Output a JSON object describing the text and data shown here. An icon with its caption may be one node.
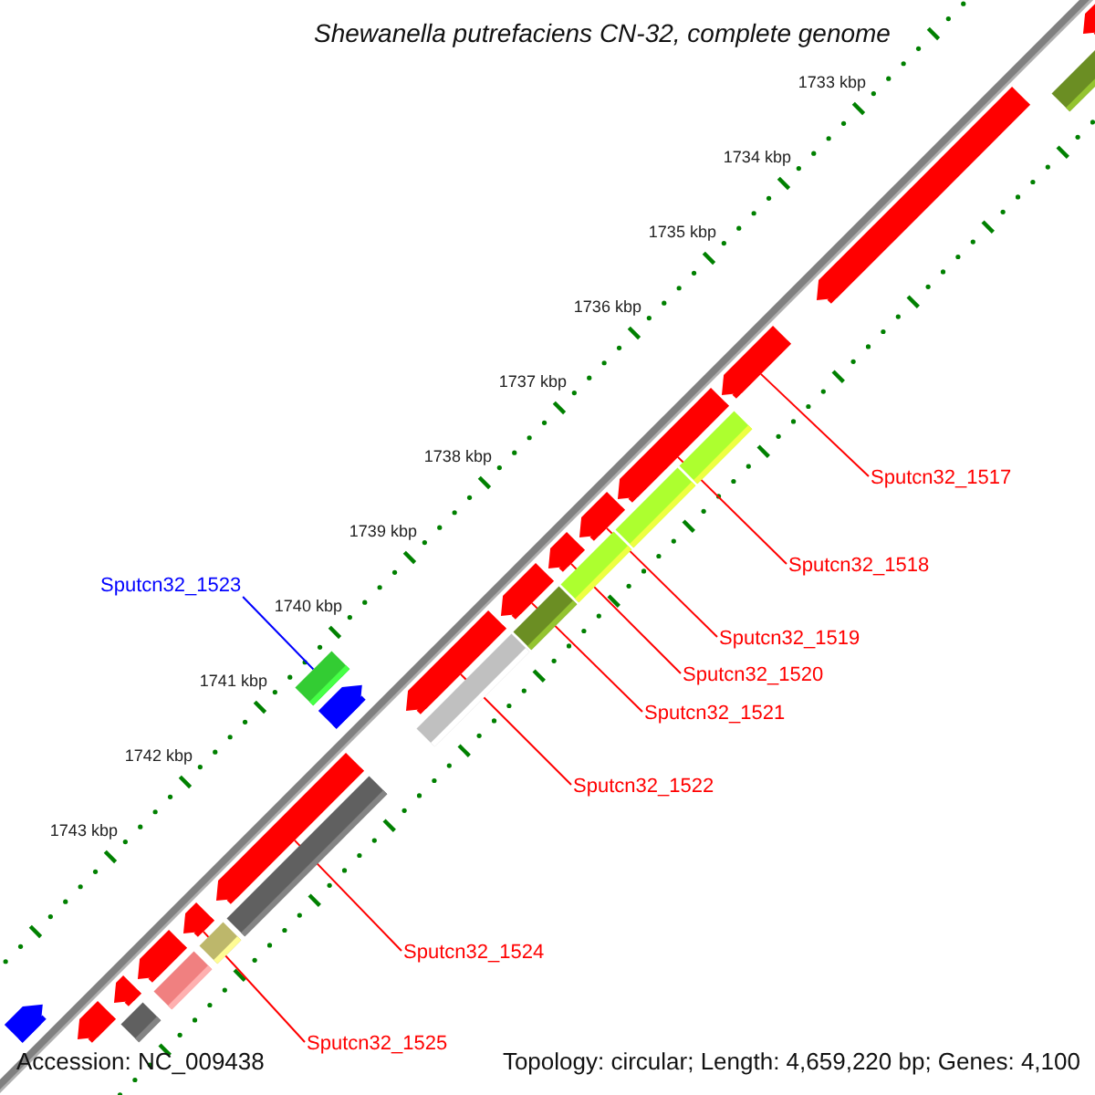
{
  "diagram": {
    "title": "Shewanella putrefaciens CN-32, complete genome",
    "nodes": [
      {
        "text": [
          "Sputcn32_1517"
        ]
      },
      {
        "text": [
          "Sputcn32_1518"
        ]
      },
      {
        "text": [
          "Sputcn32_1523"
        ]
      },
      {
        "text": [
          "Sputcn32_1519"
        ]
      },
      {
        "text": [
          "Sputcn32_1520"
        ]
      },
      {
        "text": [
          "Sputcn32_1521"
        ]
      },
      {
        "text": [
          "Sputcn32_1522"
        ]
      },
      {
        "text": [
          "Sputcn32_1524"
        ]
      },
      {
        "text": [
          "Sputcn32_1525"
        ]
      },
      {
        "text": [],
        "shape": "arrow"
      },
      {
        "text": [],
        "shape": "arrow"
      },
      {
        "text": [],
        "shape": "bar"
      },
      {
        "text": [],
        "shape": "arrow"
      },
      {
        "text": [],
        "shape": "arrow"
      },
      {
        "text": [],
        "shape": "arrow"
      },
      {
        "text": [],
        "shape": "arrow"
      },
      {
        "text": [],
        "shape": "arrow"
      },
      {
        "text": [],
        "shape": "arrow"
      },
      {
        "text": [],
        "shape": "arrow"
      },
      {
        "text": [],
        "shape": "arrow"
      },
      {
        "text": [],
        "shape": "arrow"
      },
      {
        "text": [],
        "shape": "arrow"
      },
      {
        "text": [],
        "shape": "arrow"
      },
      {
        "text": [],
        "shape": "bar"
      },
      {
        "text": [],
        "shape": "bar"
      },
      {
        "text": [],
        "shape": "bar"
      },
      {
        "text": [],
        "shape": "bar"
      },
      {
        "text": [],
        "shape": "bar"
      },
      {
        "text": [],
        "shape": "bar"
      },
      {
        "text": [],
        "shape": "bar"
      },
      {
        "text": [],
        "shape": "bar"
      },
      {
        "text": [],
        "shape": "bar"
      },
      {
        "text": [],
        "shape": "bar"
      },
      {
        "text": [],
        "shape": "arrow"
      },
      {
        "text": [],
        "shape": "arrow"
      }
    ],
    "edges": [
      {
        "from": 0,
        "to": 9,
        "arrow": "none"
      },
      {
        "from": 1,
        "to": 10,
        "arrow": "none"
      },
      {
        "from": 2,
        "to": 11,
        "arrow": "none",
        "color": "#0000ff"
      },
      {
        "from": 3,
        "to": 12,
        "arrow": "none"
      },
      {
        "from": 4,
        "to": 13,
        "arrow": "none"
      },
      {
        "from": 5,
        "to": 14,
        "arrow": "none"
      },
      {
        "from": 6,
        "to": 15,
        "arrow": "none"
      },
      {
        "from": 7,
        "to": 16,
        "arrow": "none"
      },
      {
        "from": 8,
        "to": 17,
        "arrow": "none"
      }
    ],
    "labels": [
      "1733 kbp",
      "1734 kbp",
      "1735 kbp",
      "1736 kbp",
      "1737 kbp",
      "1738 kbp",
      "1739 kbp",
      "1740 kbp",
      "1741 kbp",
      "1742 kbp",
      "1743 kbp",
      "Accession: NC_009438",
      "Topology: circular; Length: 4,659,220 bp; Genes: 4,100"
    ]
  }
}
